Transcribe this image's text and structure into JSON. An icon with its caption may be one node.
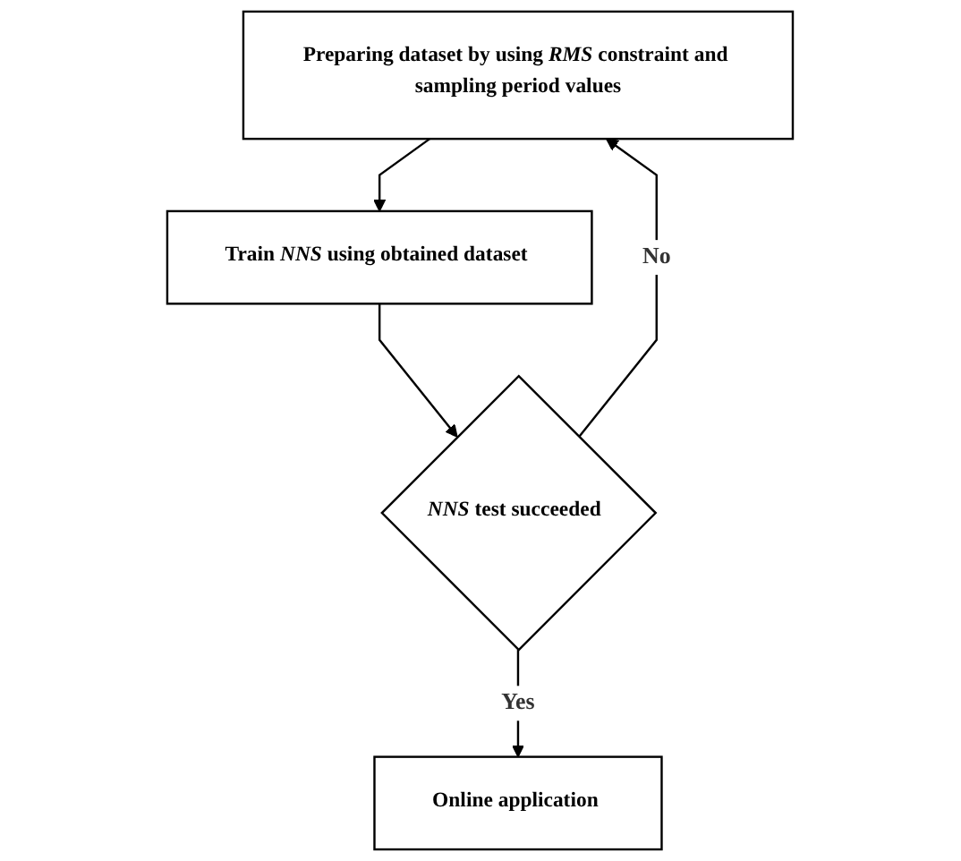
{
  "diagram": {
    "nodes": [
      {
        "text": [
          "Preparing dataset by using *RMS* constraint and sampling period values"
        ]
      },
      {
        "text": [
          "Train *NNS* using obtained dataset"
        ]
      },
      {
        "text": [
          "*NNS* test succeeded"
        ]
      },
      {
        "text": [
          "Online application"
        ]
      }
    ],
    "edges": [
      {
        "from": 0,
        "to": 1,
        "arrow": "to"
      },
      {
        "from": 1,
        "to": 2,
        "arrow": "to"
      },
      {
        "from": 2,
        "to": 0,
        "arrow": "to",
        "label": "No"
      },
      {
        "from": 2,
        "to": 3,
        "arrow": "to",
        "label": "Yes"
      }
    ]
  }
}
